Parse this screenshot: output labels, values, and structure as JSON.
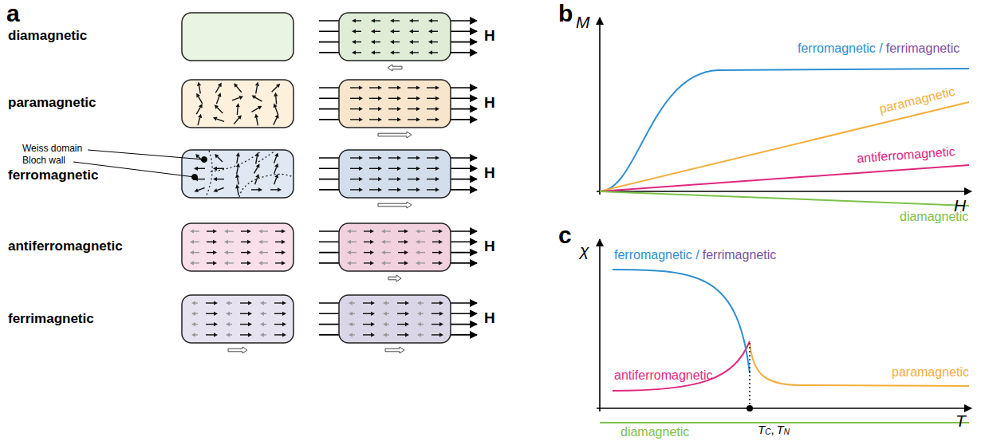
{
  "diagram": {
    "labels": [
      "a",
      "diamagnetic",
      "paramagnetic",
      "ferromagnetic",
      "antiferromagnetic",
      "ferrimagnetic",
      "Weiss domain",
      "Bloch wall",
      "H",
      "H",
      "H",
      "H",
      "H",
      "b",
      "M",
      "H",
      "ferromagnetic /",
      "ferrimagnetic",
      "paramagnetic",
      "antiferromagnetic",
      "diamagnetic",
      "c",
      "χ",
      "ferromagnetic /",
      "ferrimagnetic",
      "antiferromagnetic",
      "paramagnetic",
      "diamagnetic",
      "T",
      "T",
      "C",
      ",",
      "T",
      "N"
    ]
  }
}
